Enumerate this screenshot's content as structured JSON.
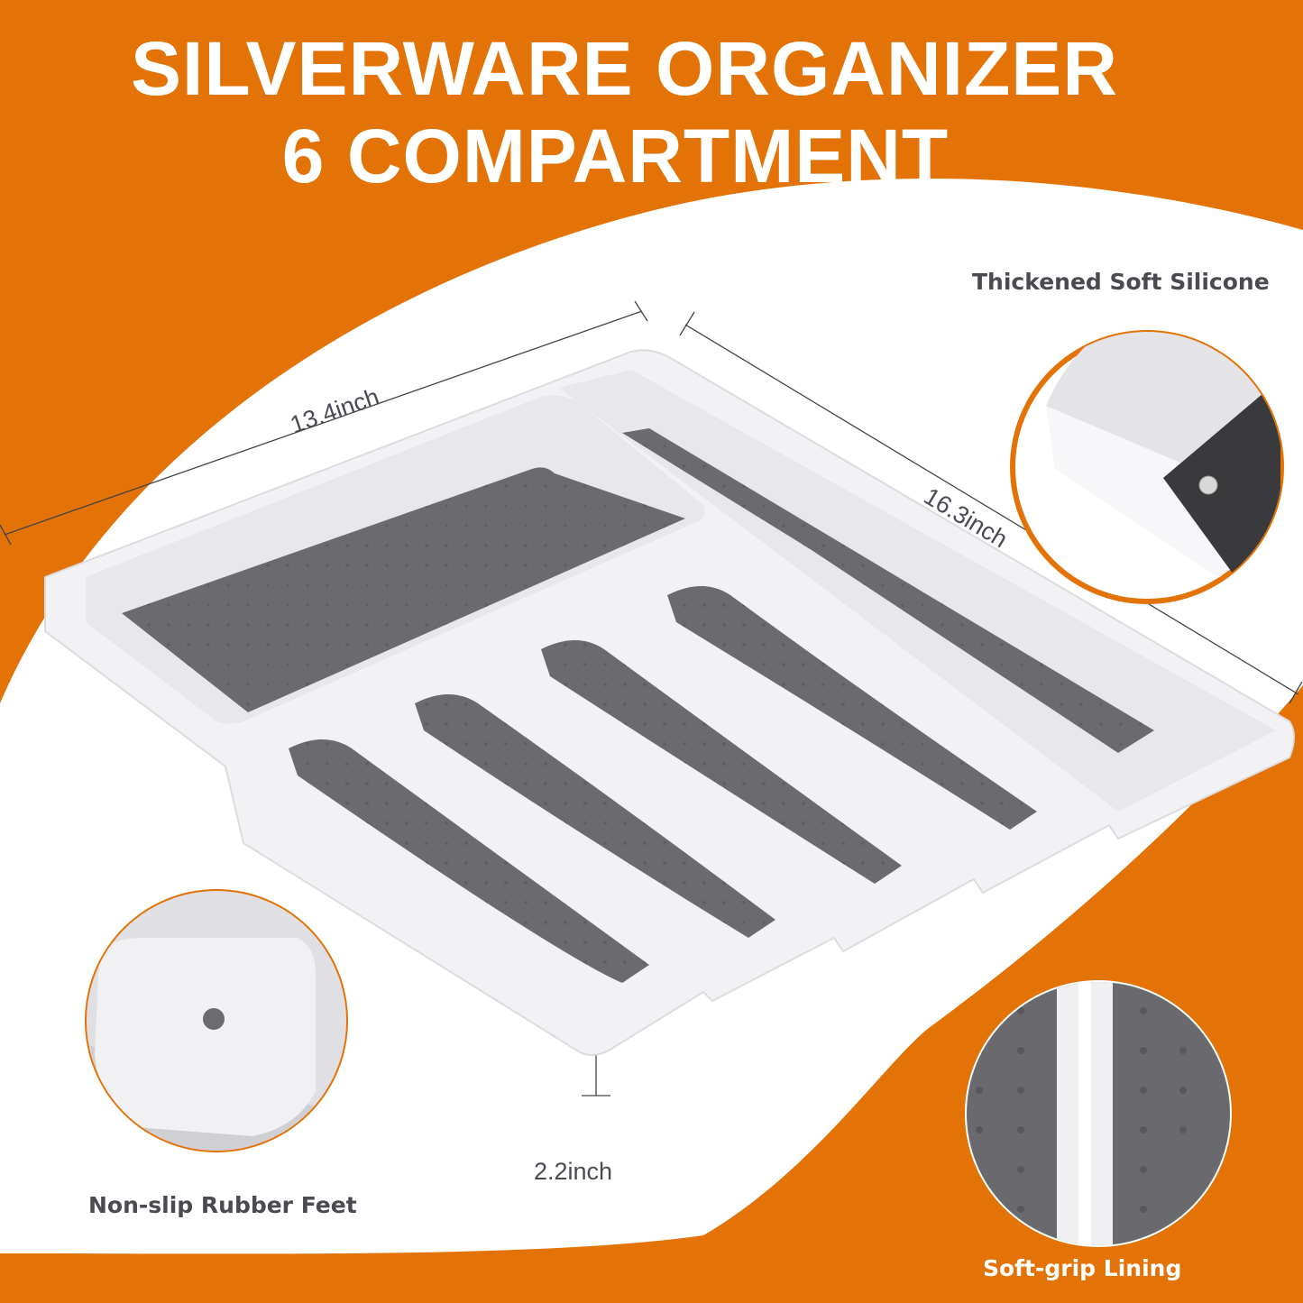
{
  "header": {
    "title_line1": "SILVERWARE ORGANIZER",
    "title_line2": "6 COMPARTMENT"
  },
  "dimensions": {
    "width": "13.4inch",
    "length": "16.3inch",
    "height": "2.2inch"
  },
  "callouts": {
    "top_right": "Thickened Soft Silicone",
    "bottom_left": "Non-slip Rubber Feet",
    "bottom_right": "Soft-grip Lining"
  },
  "product": {
    "compartments": 6,
    "tray_color": "#f2f2f4",
    "lining_color": "#6b6b6f"
  },
  "colors": {
    "brand_orange": "#e37306",
    "background_white": "#ffffff",
    "text_dark": "#4a4a50"
  }
}
